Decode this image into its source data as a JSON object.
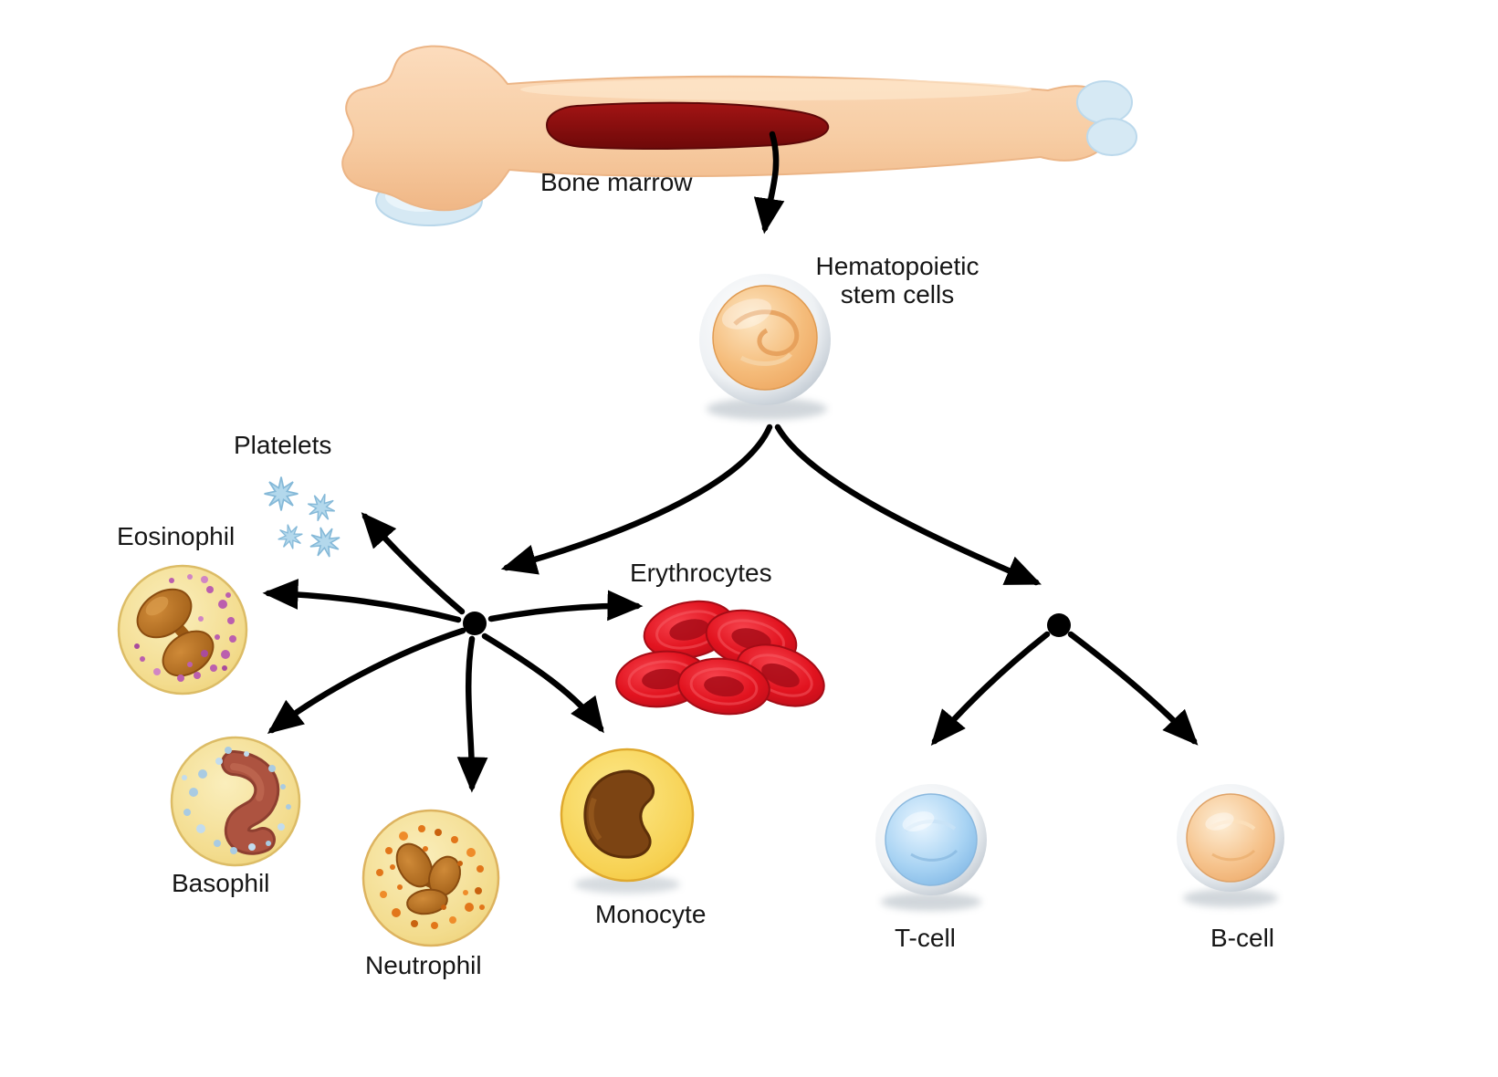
{
  "diagram": {
    "labels": {
      "bone_marrow": "Bone marrow",
      "stem_cells": "Hematopoietic stem cells",
      "platelets": "Platelets",
      "eosinophil": "Eosinophil",
      "erythrocytes": "Erythrocytes",
      "basophil": "Basophil",
      "neutrophil": "Neutrophil",
      "monocyte": "Monocyte",
      "t_cell": "T-cell",
      "b_cell": "B-cell"
    },
    "colors": {
      "arrow": "#000000",
      "bone": "#f7cda4",
      "bone_marrow_fill": "#8c1111",
      "cartilage": "#d6e9f4",
      "stem_cell": "#f4bd80",
      "platelet": "#b3d8ec",
      "eosinophil_body": "#f3dc8e",
      "eosinophil_granules": "#bb5fae",
      "erythrocyte": "#e2131f",
      "basophil_body": "#f2d98d",
      "basophil_granules": "#a9cbe2",
      "neutrophil_body": "#f1d491",
      "neutrophil_granules": "#e2761a",
      "monocyte_body": "#f6cf4a",
      "monocyte_nucleus": "#7c4413",
      "t_cell_fill": "#9fd0f2",
      "b_cell_fill": "#f5c088",
      "text": "#161616"
    }
  }
}
